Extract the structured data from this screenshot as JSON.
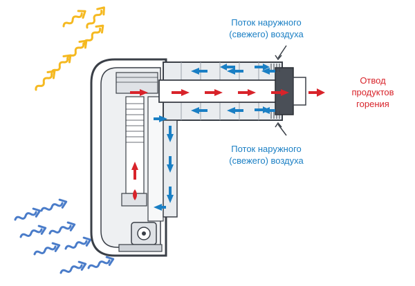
{
  "labels": {
    "top": {
      "line1": "Поток наружного",
      "line2": "(свежего) воздуха"
    },
    "bottom": {
      "line1": "Поток наружного",
      "line2": "(свежего) воздуха"
    },
    "right": {
      "line1": "Отвод",
      "line2": "продуктов",
      "line3": "горения"
    }
  },
  "colors": {
    "fresh_air": "#1a7fc4",
    "exhaust": "#d8232a",
    "heat": "#f5b921",
    "cold_air": "#4a7cc9",
    "outline": "#3a3f47",
    "fill": "#e9ecef"
  }
}
